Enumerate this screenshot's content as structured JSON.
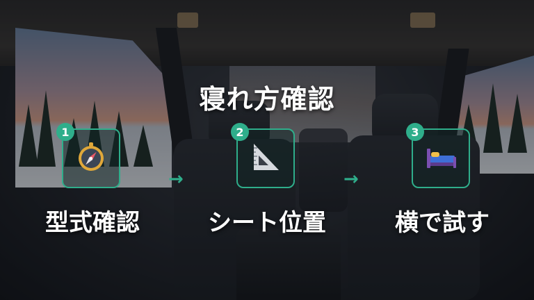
{
  "title": "寝れ方確認",
  "steps": [
    {
      "number": "1",
      "label": "型式確認",
      "icon": "compass-icon"
    },
    {
      "number": "2",
      "label": "シート位置",
      "icon": "triangular-ruler-icon"
    },
    {
      "number": "3",
      "label": "横で試す",
      "icon": "bed-icon"
    }
  ],
  "arrows": [
    "→",
    "→"
  ],
  "colors": {
    "accent": "#2fae8b",
    "text": "#ffffff"
  }
}
